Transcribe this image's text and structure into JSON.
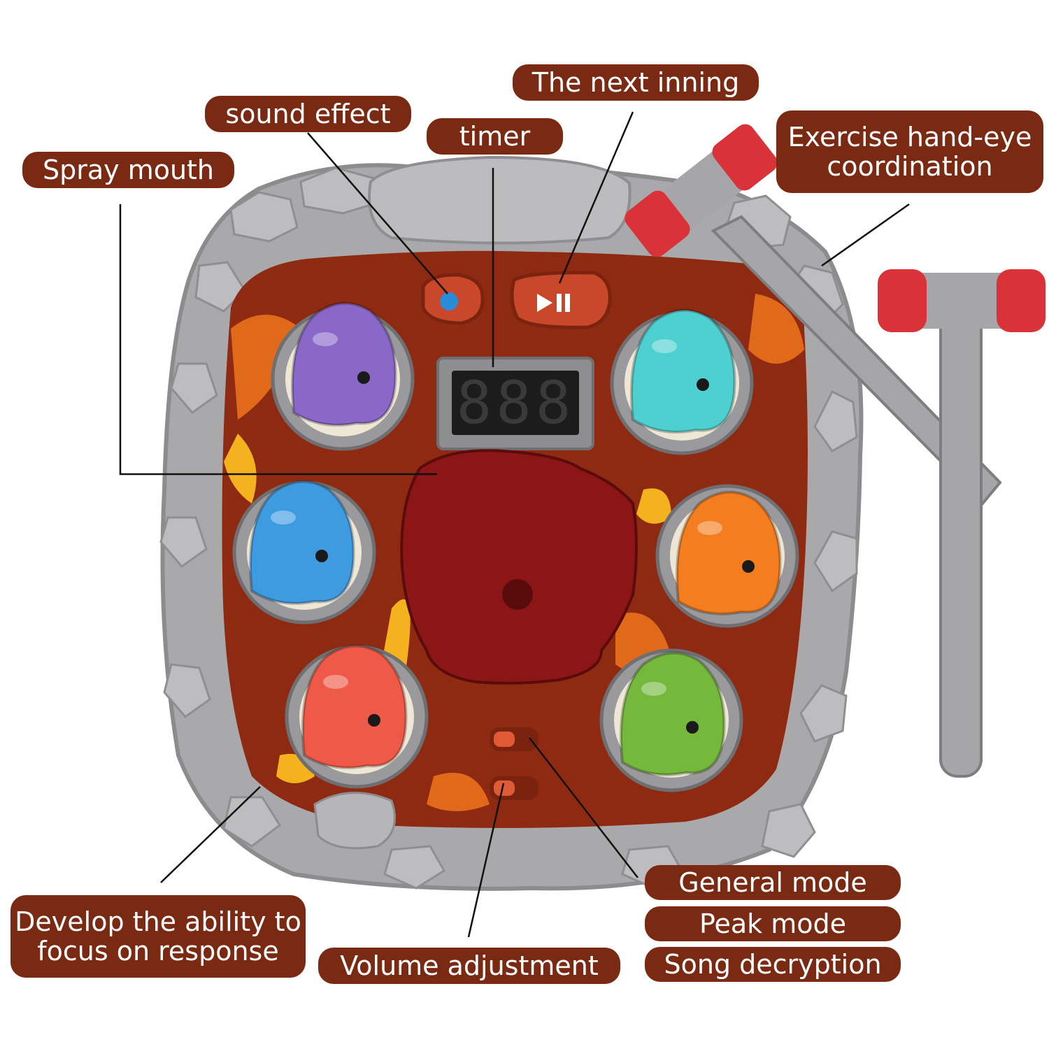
{
  "colors": {
    "label_bg": "#7a2a13",
    "label_text": "#ffffff",
    "rock": "#a9a9ab",
    "lava": "#8f2a12",
    "lava_orange": "#e06a1a",
    "lava_yellow": "#f4b21e",
    "hammer_red": "#d93238",
    "hammer_grey": "#a6a6a8",
    "volcano": "#8c1515"
  },
  "labels": {
    "next_inning": "The next inning",
    "sound_effect": "sound effect",
    "timer": "timer",
    "spray_mouth": "Spray mouth",
    "exercise": [
      "Exercise hand-eye",
      "coordination"
    ],
    "develop": [
      "Develop the ability to",
      "focus on response"
    ],
    "volume": "Volume adjustment",
    "general_mode": "General mode",
    "peak_mode": "Peak mode",
    "song_decryption": "Song decryption"
  },
  "display": {
    "digits": "888"
  },
  "moles": [
    {
      "color": "#8a68c8"
    },
    {
      "color": "#4fd0d0"
    },
    {
      "color": "#3f9be0"
    },
    {
      "color": "#f47d1f"
    },
    {
      "color": "#ef5a48"
    },
    {
      "color": "#74b83c"
    }
  ]
}
